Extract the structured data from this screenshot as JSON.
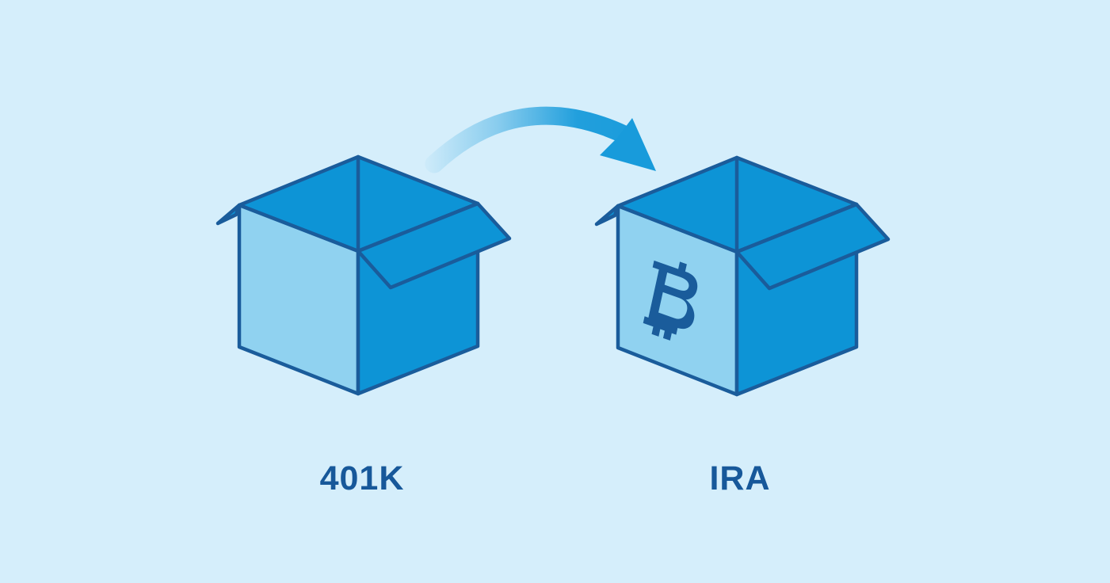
{
  "illustration": {
    "background_color": "#d5eefb",
    "left_box": {
      "label": "401K"
    },
    "right_box": {
      "label": "IRA",
      "symbol_icon": "bitcoin-icon",
      "symbol_character": "₿"
    },
    "arrow": {
      "icon": "curved-arrow-right-icon",
      "from": "401K",
      "to": "IRA"
    },
    "colors": {
      "box_face_light": "#90d2f0",
      "box_face_medium": "#0d94d6",
      "outline": "#1a5c9b",
      "label_text": "#17589a",
      "arrow_fill": "#189bdb"
    }
  }
}
